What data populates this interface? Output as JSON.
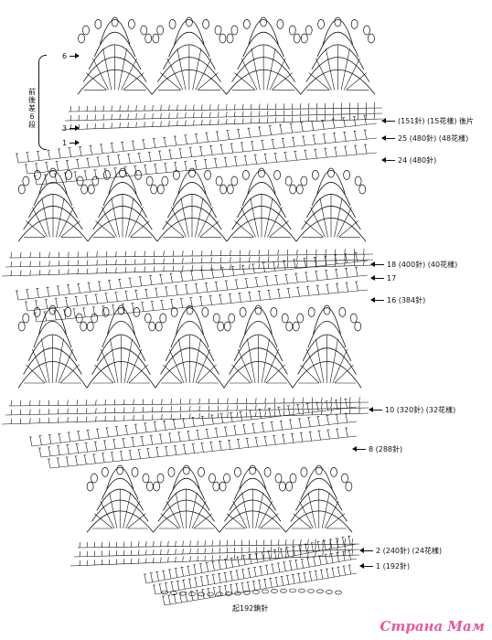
{
  "diagram": {
    "right_labels": [
      {
        "id": "r26",
        "text": "(151針) (15花樣) 後片"
      },
      {
        "id": "r25",
        "text": "25 (480針) (48花樣)"
      },
      {
        "id": "r24",
        "text": "24 (480針)"
      },
      {
        "id": "r18",
        "text": "18 (400針) (40花樣)"
      },
      {
        "id": "r17",
        "text": "17"
      },
      {
        "id": "r16",
        "text": "16 (384針)"
      },
      {
        "id": "r10",
        "text": "10 (320針) (32花樣)"
      },
      {
        "id": "r8",
        "text": "8 (288針)"
      },
      {
        "id": "r2",
        "text": "2 (240針) (24花樣)"
      },
      {
        "id": "r1",
        "text": "1 (192針)"
      }
    ],
    "left_labels": [
      {
        "id": "l6",
        "text": "6"
      },
      {
        "id": "l3",
        "text": "3"
      },
      {
        "id": "l1",
        "text": "1"
      }
    ],
    "side_note": "前後差6段",
    "start_note": "起192鎖針"
  },
  "watermark": "Страна Мам",
  "colors": {
    "ink": "#111111",
    "watermark": "#e85a9a"
  }
}
